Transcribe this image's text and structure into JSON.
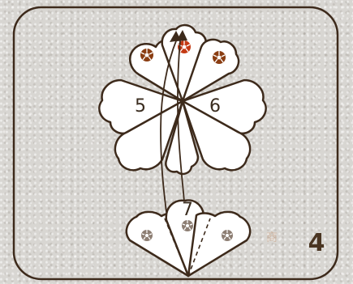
{
  "diagram": {
    "petal_labels": {
      "left": "5",
      "right": "6"
    },
    "bottom_label": "7",
    "step_number": "4",
    "watermark": "商"
  }
}
